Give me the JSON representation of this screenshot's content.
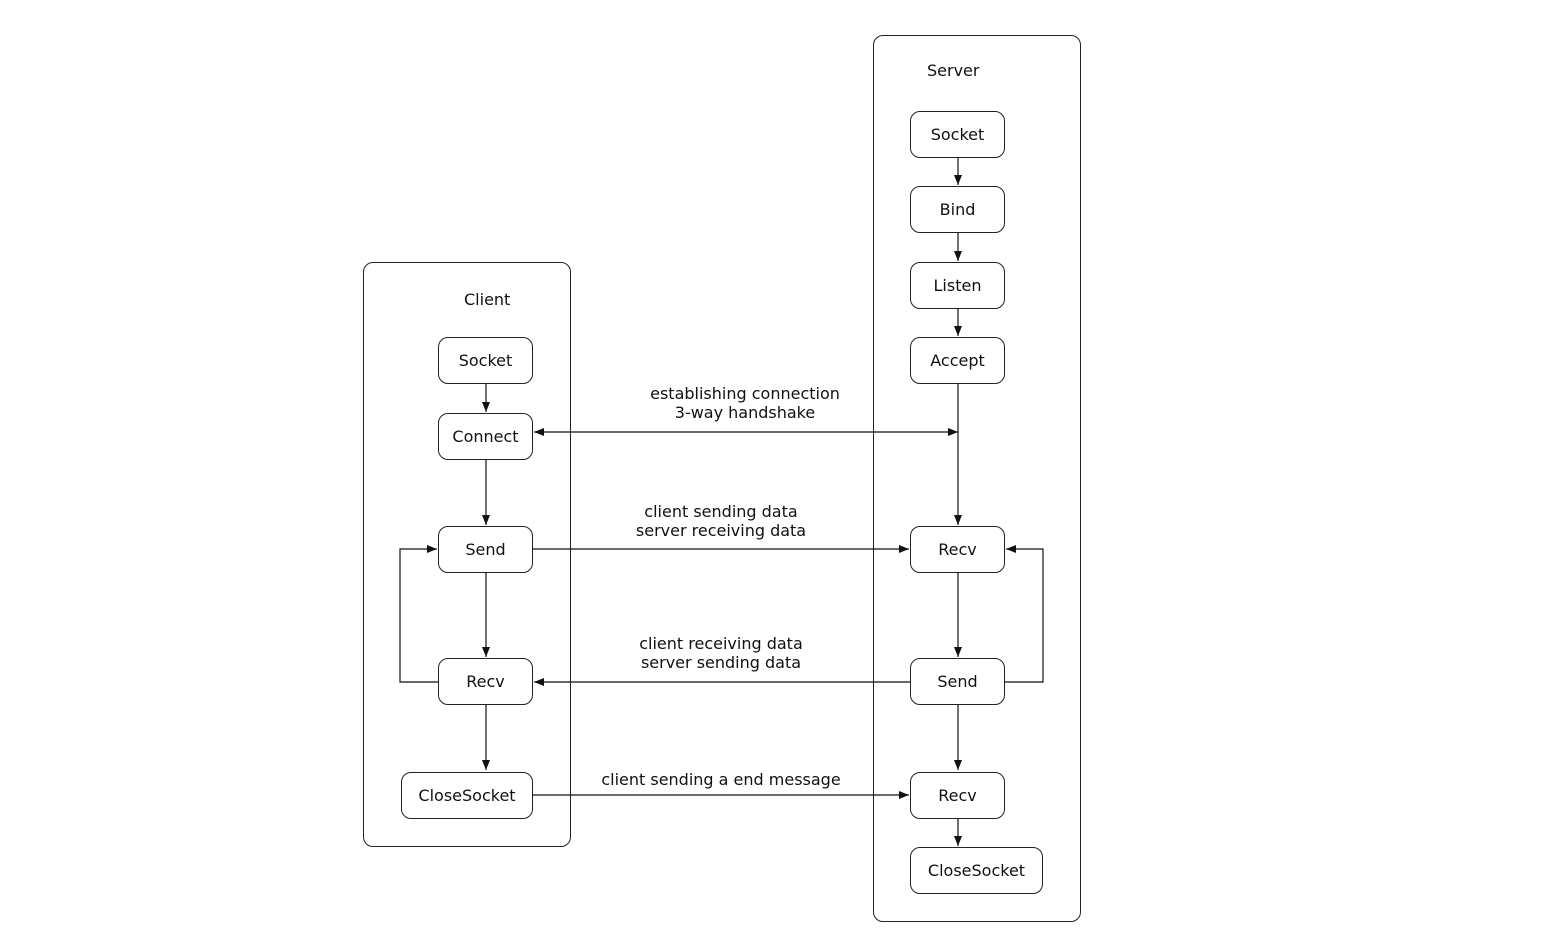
{
  "client": {
    "title": "Client",
    "nodes": {
      "socket": "Socket",
      "connect": "Connect",
      "send": "Send",
      "recv": "Recv",
      "close": "CloseSocket"
    }
  },
  "server": {
    "title": "Server",
    "nodes": {
      "socket": "Socket",
      "bind": "Bind",
      "listen": "Listen",
      "accept": "Accept",
      "recv1": "Recv",
      "send": "Send",
      "recv2": "Recv",
      "close": "CloseSocket"
    }
  },
  "messages": {
    "handshake": [
      "establishing connection",
      "3-way handshake"
    ],
    "client_send": [
      "client sending data",
      "server receiving data"
    ],
    "client_recv": [
      "client receiving data",
      "server sending data"
    ],
    "end": [
      "client sending a end message"
    ]
  }
}
